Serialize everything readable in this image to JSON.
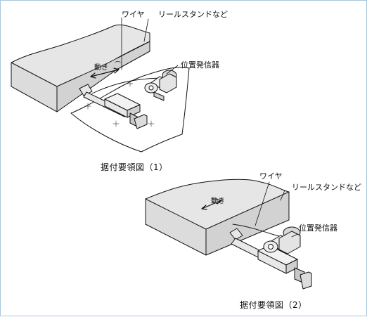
{
  "figure1": {
    "label_wire": "ワイヤ",
    "label_reel_stand": "リールスタンドなど",
    "label_motion": "動き",
    "label_encoder": "位置発信器",
    "caption": "据付要領図（1）"
  },
  "figure2": {
    "label_wire": "ワイヤ",
    "label_reel_stand": "リールスタンドなど",
    "label_motion": "動き",
    "label_encoder": "位置発信器",
    "caption": "据付要領図（2）"
  }
}
